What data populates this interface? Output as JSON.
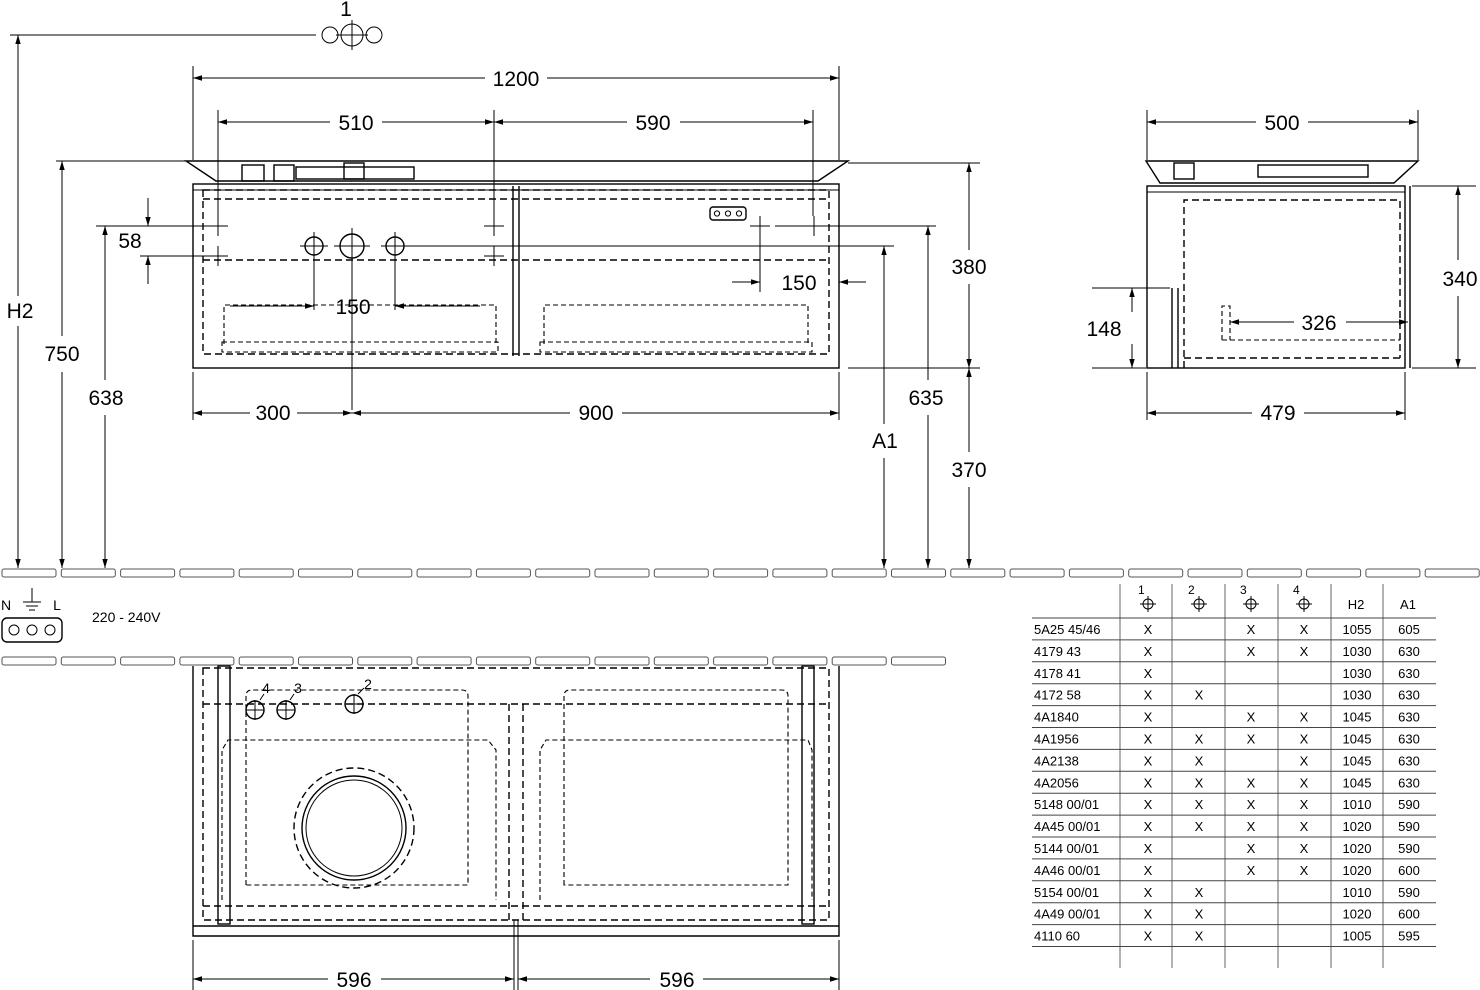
{
  "front_view": {
    "top_marker": "1",
    "dims": {
      "overall_width": "1200",
      "left_offset": "510",
      "right_offset": "590",
      "top_hole_gap": "58",
      "socket_offset": "150",
      "valve_spacing": "150",
      "left_to_center": "300",
      "center_to_right": "900",
      "cabinet_height": "380",
      "floor_to_cabinet": "370",
      "total_height": "750",
      "hole_height_left": "638",
      "hole_height_right": "635",
      "label_h2": "H2",
      "label_a1": "A1"
    }
  },
  "side_view": {
    "dims": {
      "top_depth": "500",
      "body_depth": "479",
      "height": "340",
      "inner_height": "148",
      "inner_depth": "326"
    }
  },
  "electrical": {
    "n_label": "N",
    "l_label": "L",
    "voltage": "220 - 240V"
  },
  "plan_view": {
    "markers": [
      "4",
      "3",
      "2"
    ],
    "dims": {
      "left_width": "596",
      "right_width": "596"
    }
  },
  "table": {
    "symbol_columns": [
      "1",
      "2",
      "3",
      "4"
    ],
    "headers": [
      "H2",
      "A1"
    ],
    "rows": [
      {
        "code": "5A25 45/46",
        "c1": "X",
        "c2": "",
        "c3": "X",
        "c4": "X",
        "h2": "1055",
        "a1": "605"
      },
      {
        "code": "4179 43",
        "c1": "X",
        "c2": "",
        "c3": "X",
        "c4": "X",
        "h2": "1030",
        "a1": "630"
      },
      {
        "code": "4178 41",
        "c1": "X",
        "c2": "",
        "c3": "",
        "c4": "",
        "h2": "1030",
        "a1": "630"
      },
      {
        "code": "4172 58",
        "c1": "X",
        "c2": "X",
        "c3": "",
        "c4": "",
        "h2": "1030",
        "a1": "630"
      },
      {
        "code": "4A1840",
        "c1": "X",
        "c2": "",
        "c3": "X",
        "c4": "X",
        "h2": "1045",
        "a1": "630"
      },
      {
        "code": "4A1956",
        "c1": "X",
        "c2": "X",
        "c3": "X",
        "c4": "X",
        "h2": "1045",
        "a1": "630"
      },
      {
        "code": "4A2138",
        "c1": "X",
        "c2": "X",
        "c3": "",
        "c4": "X",
        "h2": "1045",
        "a1": "630"
      },
      {
        "code": "4A2056",
        "c1": "X",
        "c2": "X",
        "c3": "X",
        "c4": "X",
        "h2": "1045",
        "a1": "630"
      },
      {
        "code": "5148 00/01",
        "c1": "X",
        "c2": "X",
        "c3": "X",
        "c4": "X",
        "h2": "1010",
        "a1": "590"
      },
      {
        "code": "4A45 00/01",
        "c1": "X",
        "c2": "X",
        "c3": "X",
        "c4": "X",
        "h2": "1020",
        "a1": "590"
      },
      {
        "code": "5144 00/01",
        "c1": "X",
        "c2": "",
        "c3": "X",
        "c4": "X",
        "h2": "1020",
        "a1": "590"
      },
      {
        "code": "4A46 00/01",
        "c1": "X",
        "c2": "",
        "c3": "X",
        "c4": "X",
        "h2": "1020",
        "a1": "600"
      },
      {
        "code": "5154 00/01",
        "c1": "X",
        "c2": "X",
        "c3": "",
        "c4": "",
        "h2": "1010",
        "a1": "590"
      },
      {
        "code": "4A49 00/01",
        "c1": "X",
        "c2": "X",
        "c3": "",
        "c4": "",
        "h2": "1020",
        "a1": "600"
      },
      {
        "code": "4110 60",
        "c1": "X",
        "c2": "X",
        "c3": "",
        "c4": "",
        "h2": "1005",
        "a1": "595"
      }
    ]
  }
}
